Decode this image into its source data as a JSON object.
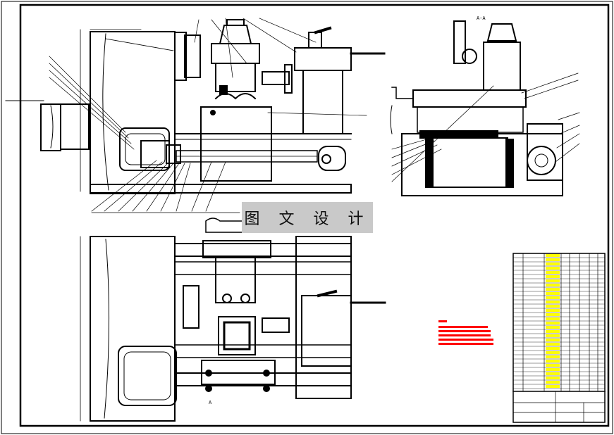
{
  "watermark": {
    "text": "图 文 设 计"
  },
  "section_labels": {
    "top_right_view": "A-A",
    "bottom_marker": "A"
  },
  "colors": {
    "line": "#000000",
    "note_red": "#ff0000",
    "table_yellow": "#ffff00",
    "watermark_bg": "#c9c9c9"
  }
}
